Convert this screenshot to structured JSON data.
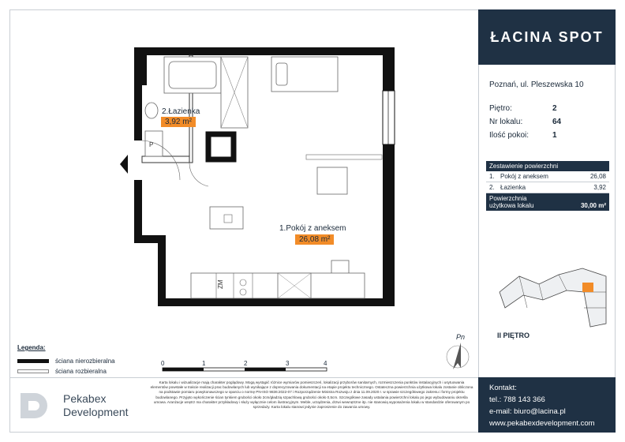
{
  "brand": {
    "name": "ŁACINA SPOT"
  },
  "address": "Poznań, ul. Pleszewska 10",
  "info": {
    "floor_label": "Piętro:",
    "floor_value": "2",
    "unit_label": "Nr lokalu:",
    "unit_value": "64",
    "rooms_label": "Ilość pokoi:",
    "rooms_value": "1"
  },
  "areas": {
    "header": "Zestawienie powierzchni",
    "rows": [
      {
        "n": "1.",
        "label": "Pokój z aneksem",
        "area": "26,08"
      },
      {
        "n": "2.",
        "label": "Łazienka",
        "area": "3,92"
      }
    ],
    "total_label_1": "Powierzchnia",
    "total_label_2": "użytkowa lokalu",
    "total_value": "30,00 m²"
  },
  "plan": {
    "room1_name": "1.Pokój z aneksem",
    "room1_area": "26,08 m²",
    "room2_name": "2.Łazienka",
    "room2_area": "3,92 m²",
    "bath_p": "P",
    "kitchen_zm": "ZM"
  },
  "legend": {
    "title": "Legenda:",
    "bearing": "ściana nierozbieralna",
    "partition": "ściana rozbieralna"
  },
  "scale": {
    "ticks": [
      "0",
      "1",
      "2",
      "3",
      "4"
    ]
  },
  "compass": {
    "label": "Pn"
  },
  "keymap": {
    "floor_label": "II PIĘTRO"
  },
  "developer": {
    "line1": "Pekabex",
    "line2": "Development"
  },
  "disclaimer": "Karta lokalu i wizualizacje mają charakter poglądowy. Mogą wystąpić różnice wymiarów pomieszczeń, lokalizacji przyborów sanitarnych, rozmieszczenia punktów instalacyjnych i usytuowania elementów powstałe w trakcie realizacji prac budowlanych lub wynikające z doprecyzowania dokumentacji na etapie projektu technicznego. Ostateczna powierzchnia użytkowa lokalu zostanie obliczona na podstawie pomiaru powykonawczego w oparciu o normę PN-ISO 9836:2022-07 i Rozporządzenie Ministra Rozwoju z dnia 11.09.2020 r. w sprawie szczegółowego zakresu i formy projektu budowlanego. Przyjęto wykończenie ścian tynkiem grubości około 2cm/gładzią szpachlową grubości około 0,5cm. Szczegółowe zasady ustalania powierzchni lokalu po jego wybudowaniu określa umowa. Aranżacje wnętrz ma charakter przykładowy i służy wyłącznie celom ilustracyjnym. Meble, urządzenia, drzwi wewnętrzne itp. nie stanowią wyposażenia lokalu w standardzie oferowanym po sprzedaży. Karta lokalu stanowi jedynie zaproszenie do zawarcia umowy.",
  "contact": {
    "title": "Kontakt:",
    "phone": "tel.: 788 143 366",
    "email": "e-mail: biuro@lacina.pl",
    "web": "www.pekabexdevelopment.com"
  },
  "colors": {
    "navy": "#1f3144",
    "orange": "#f28c28"
  }
}
